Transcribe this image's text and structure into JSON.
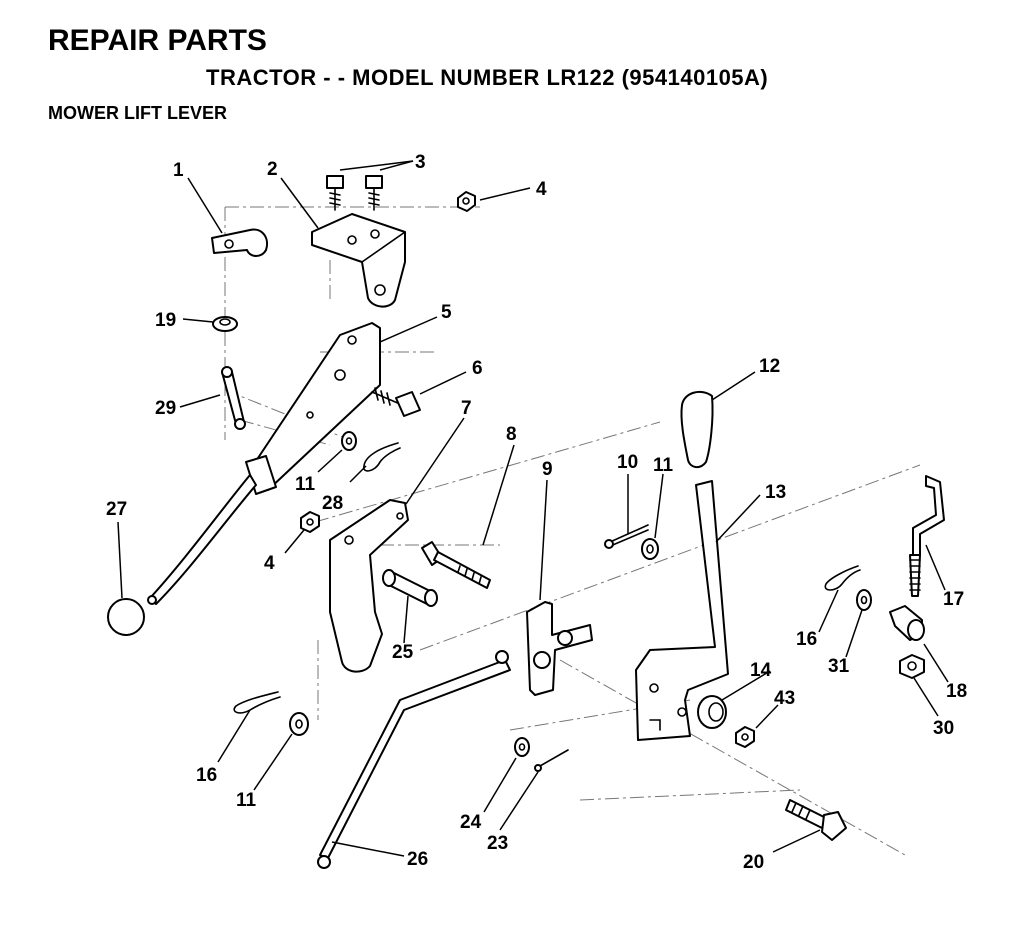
{
  "header": {
    "title": "REPAIR PARTS",
    "subtitle": "TRACTOR - - MODEL NUMBER LR122 (954140105A)",
    "section": "MOWER LIFT LEVER"
  },
  "callouts": [
    {
      "key": "p1",
      "text": "1"
    },
    {
      "key": "p2",
      "text": "2"
    },
    {
      "key": "p3",
      "text": "3"
    },
    {
      "key": "p4a",
      "text": "4"
    },
    {
      "key": "p4b",
      "text": "4"
    },
    {
      "key": "p5",
      "text": "5"
    },
    {
      "key": "p6",
      "text": "6"
    },
    {
      "key": "p7",
      "text": "7"
    },
    {
      "key": "p8",
      "text": "8"
    },
    {
      "key": "p9",
      "text": "9"
    },
    {
      "key": "p10",
      "text": "10"
    },
    {
      "key": "p11a",
      "text": "11"
    },
    {
      "key": "p11b",
      "text": "11"
    },
    {
      "key": "p11c",
      "text": "11"
    },
    {
      "key": "p12",
      "text": "12"
    },
    {
      "key": "p13",
      "text": "13"
    },
    {
      "key": "p14",
      "text": "14"
    },
    {
      "key": "p16a",
      "text": "16"
    },
    {
      "key": "p16b",
      "text": "16"
    },
    {
      "key": "p17",
      "text": "17"
    },
    {
      "key": "p18",
      "text": "18"
    },
    {
      "key": "p19",
      "text": "19"
    },
    {
      "key": "p20",
      "text": "20"
    },
    {
      "key": "p23",
      "text": "23"
    },
    {
      "key": "p24",
      "text": "24"
    },
    {
      "key": "p25",
      "text": "25"
    },
    {
      "key": "p26",
      "text": "26"
    },
    {
      "key": "p27",
      "text": "27"
    },
    {
      "key": "p28",
      "text": "28"
    },
    {
      "key": "p29",
      "text": "29"
    },
    {
      "key": "p30",
      "text": "30"
    },
    {
      "key": "p31",
      "text": "31"
    },
    {
      "key": "p43",
      "text": "43"
    }
  ]
}
